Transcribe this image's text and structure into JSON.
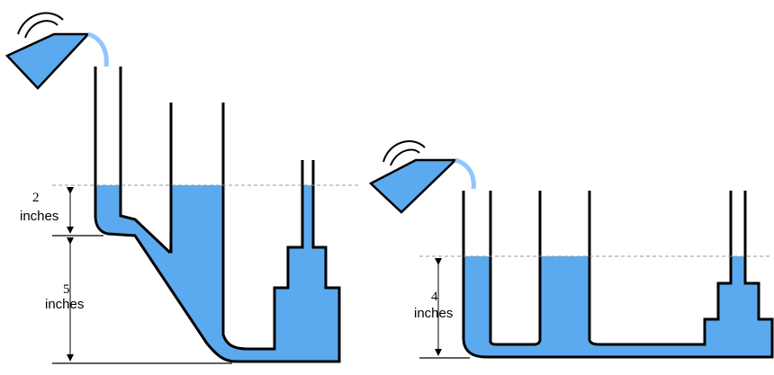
{
  "colors": {
    "water": "#5baaef",
    "stream": "#8ec6ff",
    "wall": "#000000",
    "dashed_level": "#999999"
  },
  "left_diagram": {
    "pitcher_icon": "pitcher-pouring-icon",
    "dim_upper": {
      "value": "2",
      "unit": "inches"
    },
    "dim_lower": {
      "value": "5",
      "unit": "inches"
    }
  },
  "right_diagram": {
    "pitcher_icon": "pitcher-pouring-icon",
    "dim": {
      "value": "4",
      "unit": "inches"
    }
  }
}
